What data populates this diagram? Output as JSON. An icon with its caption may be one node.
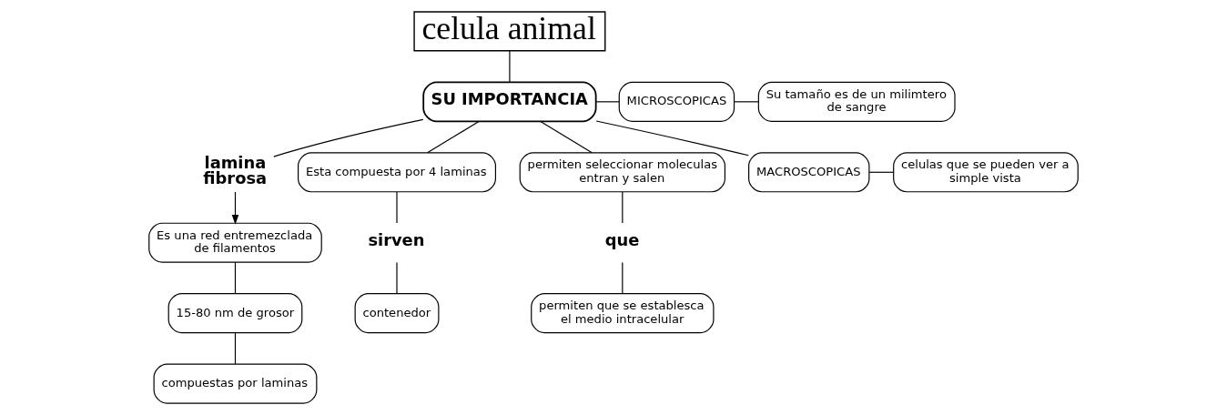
{
  "diagram": {
    "nodes": [
      {
        "text": [
          "celula animal"
        ]
      },
      {
        "text": [
          "Su tamaño es de un milimtero de sangre"
        ]
      },
      {
        "text": [
          "MICROSCOPICAS"
        ]
      },
      {
        "text": [
          "Es una red entremezclada de filamentos"
        ]
      },
      {
        "text": [
          "lamina fibrosa"
        ]
      },
      {
        "text": [
          "SU IMPORTANCIA"
        ]
      },
      {
        "text": [
          "MACROSCOPICAS"
        ]
      },
      {
        "text": [
          "celulas que se pueden ver a simple vista"
        ]
      },
      {
        "text": [
          "15-80 nm de grosor"
        ]
      },
      {
        "text": [
          "permiten seleccionar moleculas entran y salen"
        ]
      },
      {
        "text": [
          "Esta compuesta por 4 laminas"
        ]
      },
      {
        "text": [
          "compuestas por laminas"
        ]
      },
      {
        "text": [
          "sirven"
        ]
      },
      {
        "text": [
          "que"
        ]
      },
      {
        "text": [
          "contenedor"
        ]
      },
      {
        "text": [
          "permiten que se establesca el medio intracelular"
        ]
      }
    ],
    "edges": [
      {
        "from": 0,
        "to": 5,
        "arrow": "none"
      },
      {
        "from": 5,
        "to": 4,
        "arrow": "none"
      },
      {
        "from": 4,
        "to": 3,
        "arrow": "to"
      },
      {
        "from": 3,
        "to": 8,
        "arrow": "none"
      },
      {
        "from": 8,
        "to": 11,
        "arrow": "none"
      },
      {
        "from": 5,
        "to": 10,
        "arrow": "none"
      },
      {
        "from": 10,
        "to": 12,
        "arrow": "none"
      },
      {
        "from": 12,
        "to": 14,
        "arrow": "none"
      },
      {
        "from": 5,
        "to": 9,
        "arrow": "none"
      },
      {
        "from": 9,
        "to": 13,
        "arrow": "none"
      },
      {
        "from": 13,
        "to": 15,
        "arrow": "none"
      },
      {
        "from": 5,
        "to": 2,
        "arrow": "none"
      },
      {
        "from": 2,
        "to": 1,
        "arrow": "none"
      },
      {
        "from": 5,
        "to": 6,
        "arrow": "none"
      },
      {
        "from": 6,
        "to": 7,
        "arrow": "none"
      }
    ]
  }
}
